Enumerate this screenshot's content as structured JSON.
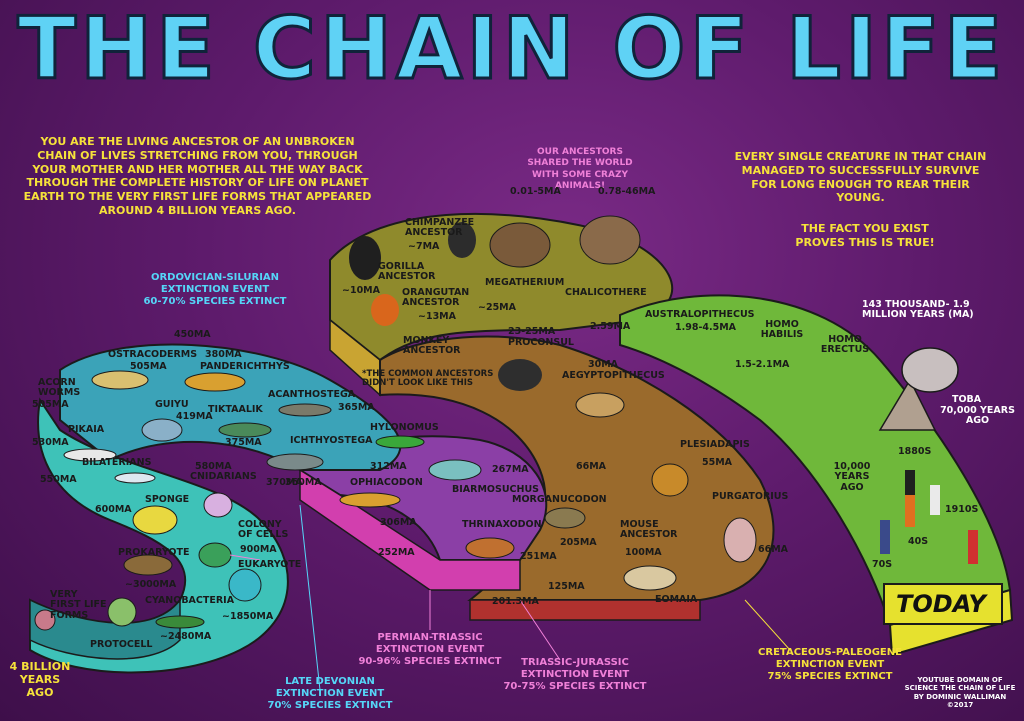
{
  "title": "THE CHAIN OF LIFE",
  "intro": "YOU ARE THE LIVING ANCESTOR OF AN UNBROKEN CHAIN OF LIVES STRETCHING FROM YOU, THROUGH YOUR MOTHER AND HER MOTHER ALL THE WAY BACK THROUGH THE COMPLETE HISTORY OF LIFE ON PLANET EARTH TO THE VERY FIRST LIFE FORMS THAT APPEARED AROUND 4 BILLION YEARS AGO.",
  "survive_text": "EVERY SINGLE CREATURE IN THAT CHAIN MANAGED TO SUCCESSFULLY SURVIVE FOR LONG ENOUGH TO REAR THEIR YOUNG.",
  "fact_text": "THE FACT YOU EXIST PROVES THIS IS TRUE!",
  "crazy_text": "OUR ANCESTORS SHARED THE WORLD WITH SOME CRAZY ANIMALS!",
  "common_ancestors_note": "*THE COMMON ANCESTORS DIDN'T LOOK LIKE THIS",
  "today": "TODAY",
  "start": "4 BILLION YEARS AGO",
  "credit": "YOUTUBE DOMAIN OF SCIENCE THE CHAIN OF LIFE BY DOMINIC WALLIMAN ©2017",
  "colors": {
    "title": "#5fd2f5",
    "text_yellow": "#f6e23a",
    "text_pink": "#f080d8",
    "text_cyan": "#55d6f8"
  },
  "extinctions": [
    {
      "name": "ORDOVICIAN-SILURIAN",
      "line2": "EXTINCTION EVENT",
      "line3": "60-70% SPECIES EXTINCT"
    },
    {
      "name": "LATE DEVONIAN",
      "line2": "EXTINCTION EVENT",
      "line3": "70% SPECIES EXTINCT"
    },
    {
      "name": "PERMIAN-TRIASSIC",
      "line2": "EXTINCTION EVENT",
      "line3": "90-96% SPECIES EXTINCT"
    },
    {
      "name": "TRIASSIC-JURASSIC",
      "line2": "EXTINCTION EVENT",
      "line3": "70-75% SPECIES EXTINCT"
    },
    {
      "name": "CRETACEOUS-PALEOGENE",
      "line2": "EXTINCTION EVENT",
      "line3": "75% SPECIES EXTINCT"
    }
  ],
  "labels": {
    "chimp": "CHIMPANZEE ANCESTOR",
    "chimp_t": "~7Ma",
    "gorilla": "GORILLA ANCESTOR",
    "gorilla_t": "~10Ma",
    "orang": "ORANGUTAN ANCESTOR",
    "orang_t": "~13Ma",
    "monkey": "MONKEY ANCESTOR",
    "monkey_t": "~25Ma",
    "megatherium": "MEGATHERIUM",
    "mega_t": "0.01-5Ma",
    "chalicothere": "CHALICOTHERE",
    "chali_t": "0.78-46Ma",
    "proconsul": "PROCONSUL",
    "proconsul_t": "23-25Ma",
    "aegypto": "AEGYPTOPITHECUS",
    "aegypto_t": "30Ma",
    "australo": "AUSTRALOPITHECUS",
    "australo_t": "1.98-4.5Ma",
    "habilis": "HOMO HABILIS",
    "habilis_t": "1.5-2.1Ma",
    "erectus": "HOMO ERECTUS",
    "erectus_t": "143 THOUSAND- 1.9 MILLION YEARS (Ma)",
    "toba": "TOBA",
    "toba_t": "70,000 YEARS AGO",
    "ka10": "10,000 YEARS AGO",
    "y1880": "1880s",
    "y1910": "1910s",
    "y40": "40s",
    "y70": "70s",
    "t259": "2.59Ma",
    "t66": "66Ma",
    "plesiadapis": "PLESIADAPIS",
    "ples_t": "55Ma",
    "purgatorius": "PURGATORIUS",
    "purg_t": "66Ma",
    "mouse": "MOUSE ANCESTOR",
    "mouse_t": "100Ma",
    "eomaia": "EOMAIA",
    "eomaia_t": "125Ma",
    "morganucodon": "MORGANUCODON",
    "morg_t": "205Ma",
    "thrinaxodon": "THRINAXODON",
    "thrin_t": "251Ma",
    "t2013": "201.3Ma",
    "t252": "252Ma",
    "biarmosuchus": "BIARMOSUCHUS",
    "biarm_t": "267Ma",
    "hylonomus": "HYLONOMUS",
    "hylo_t": "312Ma",
    "ophiacodon": "OPHIACODON",
    "ophi_t": "306Ma",
    "ichthyostega": "ICHTHYOSTEGA",
    "ichthy_t": "360Ma",
    "acanthostega": "ACANTHOSTEGA",
    "acan_t": "365Ma",
    "tiktaalik": "TIKTAALIK",
    "tik_t": "375Ma",
    "panderichthys": "PANDERICHTHYS",
    "pand_t": "380Ma",
    "guiyu": "GUIYU",
    "guiyu_t": "419Ma",
    "ostracoderms": "OSTRACODERMS",
    "ostra_t": "505Ma",
    "t450": "450Ma",
    "t370": "370Ma",
    "acorn": "ACORN WORMS",
    "acorn_t": "505Ma",
    "pikaia": "PIKAIA",
    "pikaia_t": "530Ma",
    "bilaterians": "BILATERIANS",
    "bilat_t": "550Ma",
    "cnidarians": "CNIDARIANS",
    "cnid_t": "580Ma",
    "sponge": "SPONGE",
    "sponge_t": "600Ma",
    "colony": "COLONY OF CELLS",
    "colony_t": "900Ma",
    "eukaryote": "EUKARYOTE",
    "euk_t": "~1850Ma",
    "prokaryote": "PROKARYOTE",
    "prok_t": "~3000Ma",
    "cyano": "CYANOBACTERIA",
    "cyano_t": "~2480Ma",
    "first": "VERY FIRST LIFE FORMS",
    "protocell": "PROTOCELL"
  }
}
